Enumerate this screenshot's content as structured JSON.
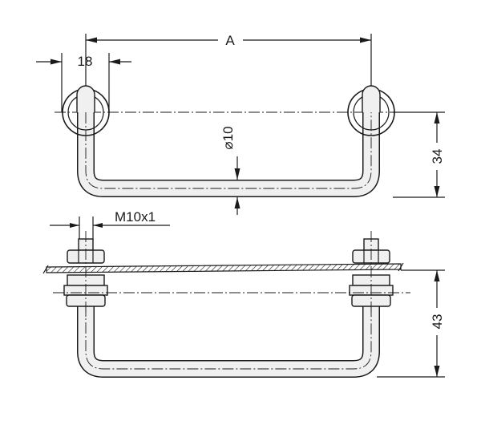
{
  "dimensions": {
    "overall_width": "A",
    "flange_width": "18",
    "tube_diameter": "⌀10",
    "top_height": "34",
    "thread": "M10x1",
    "bottom_height": "43"
  },
  "colors": {
    "ink": "#1a1a1a",
    "part_fill": "#f0f0f0",
    "background": "#ffffff"
  }
}
